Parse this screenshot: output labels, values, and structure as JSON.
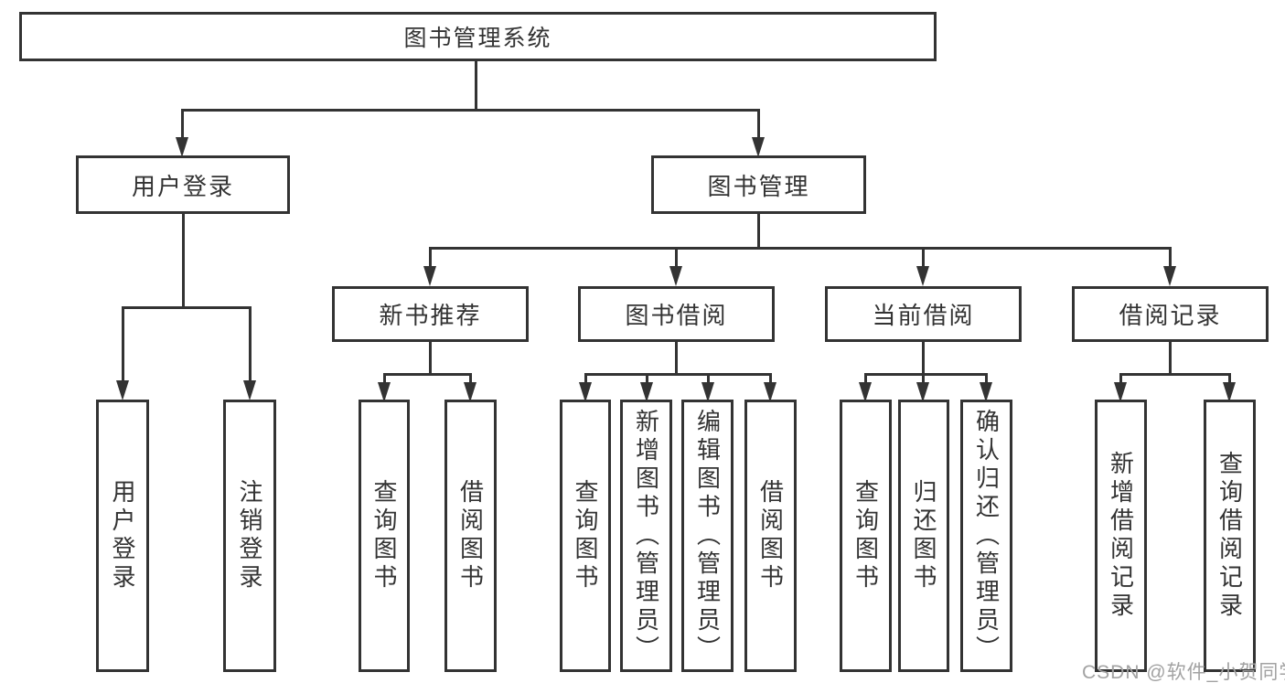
{
  "diagram": {
    "type": "hierarchy-tree",
    "title": "图书管理系统",
    "colors": {
      "line": "#333333",
      "text": "#333333",
      "background": "#ffffff",
      "watermark": "#a2a2a2"
    }
  },
  "tree": {
    "root": {
      "label": "图书管理系统"
    },
    "level2": [
      {
        "label": "用户登录"
      },
      {
        "label": "图书管理"
      }
    ],
    "level3": [
      {
        "label": "新书推荐",
        "parent": "图书管理"
      },
      {
        "label": "图书借阅",
        "parent": "图书管理"
      },
      {
        "label": "当前借阅",
        "parent": "图书管理"
      },
      {
        "label": "借阅记录",
        "parent": "图书管理"
      }
    ],
    "leaves": {
      "user_login": [
        "用户登录",
        "注销登录"
      ],
      "new_book": [
        "查询图书",
        "借阅图书"
      ],
      "book_borrow": [
        "查询图书",
        "新增图书（管理员）",
        "编辑图书（管理员）",
        "借阅图书"
      ],
      "current_borrow": [
        "查询图书",
        "归还图书",
        "确认归还（管理员）"
      ],
      "borrow_record": [
        "新增借阅记录",
        "查询借阅记录"
      ]
    }
  },
  "watermark": "CSDN @软件_小贺同学"
}
